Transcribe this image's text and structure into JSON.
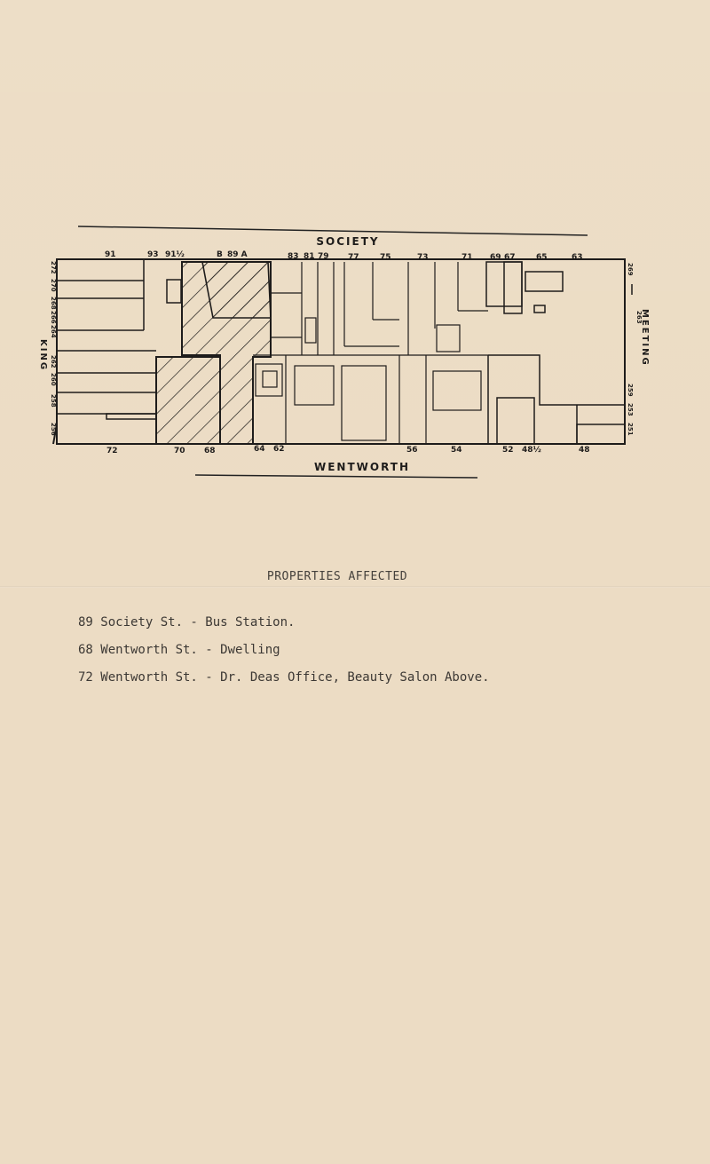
{
  "map": {
    "street_top": "SOCIETY",
    "street_bottom": "WENTWORTH",
    "street_left": "KING",
    "street_right": "MEETING",
    "top_numbers": [
      "91",
      "93",
      "91½",
      "B",
      "89 A",
      "83",
      "81",
      "79",
      "77",
      "75",
      "73",
      "71",
      "69",
      "67",
      "65",
      "63"
    ],
    "bottom_numbers": [
      "72",
      "70",
      "68",
      "64",
      "62",
      "56",
      "54",
      "52",
      "48½",
      "48"
    ],
    "left_numbers": [
      "272",
      "270",
      "268",
      "266",
      "264",
      "262",
      "260",
      "258",
      "256"
    ],
    "right_numbers": [
      "269",
      "263",
      "259",
      "253",
      "251"
    ]
  },
  "properties": {
    "title": "PROPERTIES AFFECTED",
    "items": [
      "89 Society St. - Bus Station.",
      "68 Wentworth St. - Dwelling",
      "72 Wentworth St. - Dr. Deas Office, Beauty Salon Above."
    ]
  }
}
